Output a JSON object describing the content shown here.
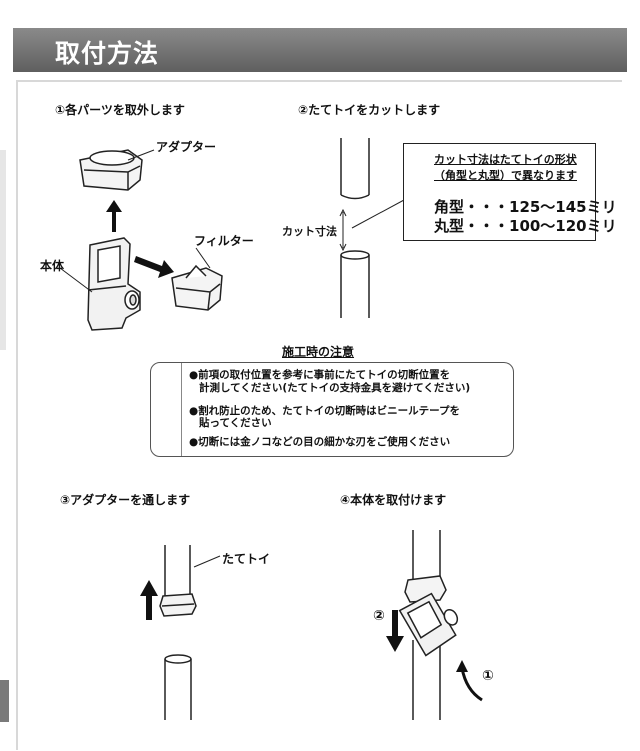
{
  "header": {
    "title": "取付方法"
  },
  "steps": {
    "s1": "①各パーツを取外します",
    "s2": "②たてトイをカットします",
    "s3": "③アダプターを通します",
    "s4": "④本体を取付けます"
  },
  "labels": {
    "adapter": "アダプター",
    "filter": "フィルター",
    "body": "本体",
    "cut_size": "カット寸法",
    "pipe": "たてトイ",
    "num1": "①",
    "num2": "②"
  },
  "cut_note": {
    "line1": "カット寸法はたてトイの形状",
    "line2": "（角型と丸型）で異なります",
    "square": "角型・・・125～145ミリ",
    "round": "丸型・・・100～120ミリ"
  },
  "caution": {
    "title": "施工時の注意",
    "item1a": "●前項の取付位置を参考に事前にたてトイの切断位置を",
    "item1b": "計測してください(たてトイの支持金具を避けてください)",
    "item2a": "●割れ防止のため、たてトイの切断時はビニールテープを",
    "item2b": "貼ってください",
    "item3": "●切断には金ノコなどの目の細かな刃をご使用ください"
  }
}
